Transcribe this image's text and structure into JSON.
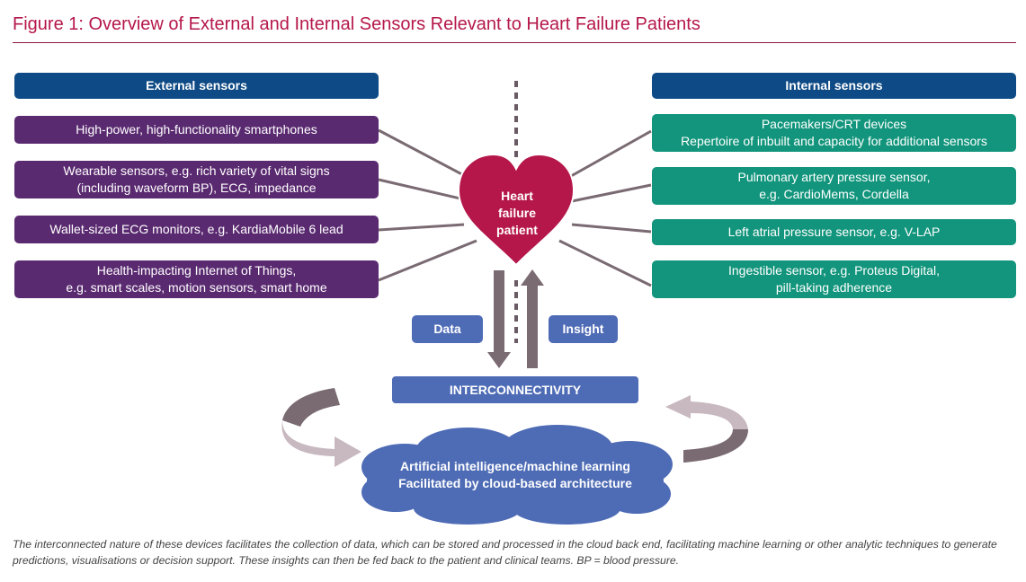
{
  "figure_title": "Figure 1: Overview of External and Internal Sensors Relevant to Heart Failure Patients",
  "external": {
    "header": "External sensors",
    "items": [
      [
        "High-power, high-functionality smartphones"
      ],
      [
        "Wearable sensors, e.g. rich variety of vital signs",
        "(including waveform BP), ECG, impedance"
      ],
      [
        "Wallet-sized ECG monitors, e.g. KardiaMobile 6 lead"
      ],
      [
        "Health-impacting Internet of Things,",
        "e.g. smart scales, motion sensors, smart home"
      ]
    ]
  },
  "internal": {
    "header": "Internal sensors",
    "items": [
      [
        "Pacemakers/CRT devices",
        "Repertoire of inbuilt and capacity for additional sensors"
      ],
      [
        "Pulmonary artery pressure sensor,",
        "e.g. CardioMems, Cordella"
      ],
      [
        "Left atrial pressure sensor, e.g. V-LAP"
      ],
      [
        "Ingestible sensor, e.g. Proteus Digital,",
        "pill-taking adherence"
      ]
    ]
  },
  "heart": [
    "Heart",
    "failure",
    "patient"
  ],
  "flow": {
    "data_label": "Data",
    "insight_label": "Insight",
    "interconnectivity": "INTERCONNECTIVITY"
  },
  "cloud": [
    "Artificial intelligence/machine learning",
    "Facilitated by cloud-based architecture"
  ],
  "caption": "The interconnected nature of these devices facilitates the collection of data, which can be stored and processed in the cloud back end, facilitating machine learning or other analytic techniques to generate predictions, visualisations or decision support. These insights can then be fed back to the patient and clinical teams. BP = blood pressure.",
  "colors": {
    "title": "#b5174a",
    "header_box": "#0e4a85",
    "external_box": "#5a2a70",
    "internal_box": "#12957c",
    "heart": "#b5174a",
    "tag_box": "#4e6bb5",
    "cloud": "#4e6bb5",
    "connector": "#7a6a72"
  }
}
